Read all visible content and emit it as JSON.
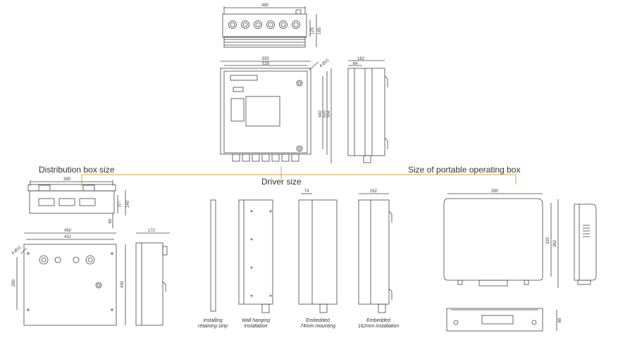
{
  "headings": {
    "distribution_box": "Distribution box size",
    "driver": "Driver size",
    "portable_box": "Size of portable operating box"
  },
  "colors": {
    "leader_line": "#e8a23c",
    "drawing_line": "#444444"
  },
  "driver_top": {
    "width": "480",
    "height_a": "129",
    "height_b": "185"
  },
  "driver_front": {
    "outer_width": "550",
    "inner_width": "528",
    "hole": "4-Ø11",
    "height_a": "440",
    "height_b": "520",
    "height_c": "554"
  },
  "driver_side": {
    "depth": "162",
    "offset": "64"
  },
  "dist_top": {
    "width": "385",
    "height_a": "117",
    "height_b": "140",
    "offset": "60"
  },
  "dist_front": {
    "outer_width": "450",
    "inner_width": "431",
    "hole": "4-Ø11",
    "height_a": "260",
    "height_b": "430"
  },
  "dist_side": {
    "depth": "172"
  },
  "driver_install": {
    "embedded_74_dim": "74",
    "embedded_162_dim": "162",
    "captions": [
      {
        "line1": "Installing",
        "line2": "retaining strip"
      },
      {
        "line1": "Wall hanging",
        "line2": "installation"
      },
      {
        "line1": "Embedded",
        "line2": "74mm mounting"
      },
      {
        "line1": "Embedded",
        "line2": "162mm installation"
      }
    ]
  },
  "portable_front": {
    "width": "390",
    "height_a": "320",
    "height_b": "362"
  },
  "portable_bottom": {
    "depth": "88"
  }
}
